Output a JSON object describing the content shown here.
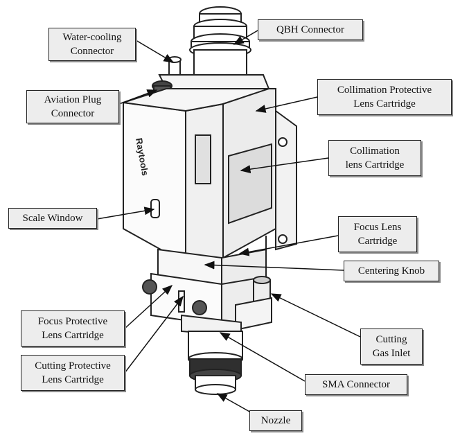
{
  "diagram": {
    "labels": {
      "water_cooling": "Water-cooling\nConnector",
      "qbh": "QBH Connector",
      "aviation_plug": "Aviation Plug\nConnector",
      "collimation_protective": "Collimation Protective\nLens Cartridge",
      "collimation_lens": "Collimation\nlens Cartridge",
      "scale_window": "Scale Window",
      "focus_lens": "Focus Lens\nCartridge",
      "centering_knob": "Centering Knob",
      "focus_protective": "Focus Protective\nLens Cartridge",
      "cutting_gas": "Cutting\nGas Inlet",
      "cutting_protective": "Cutting Protective\nLens Cartridge",
      "sma": "SMA Connector",
      "nozzle": "Nozzle"
    },
    "colors": {
      "box_fill": "#ededed",
      "stroke": "#222222",
      "shadow": "#8a8a8a"
    }
  }
}
